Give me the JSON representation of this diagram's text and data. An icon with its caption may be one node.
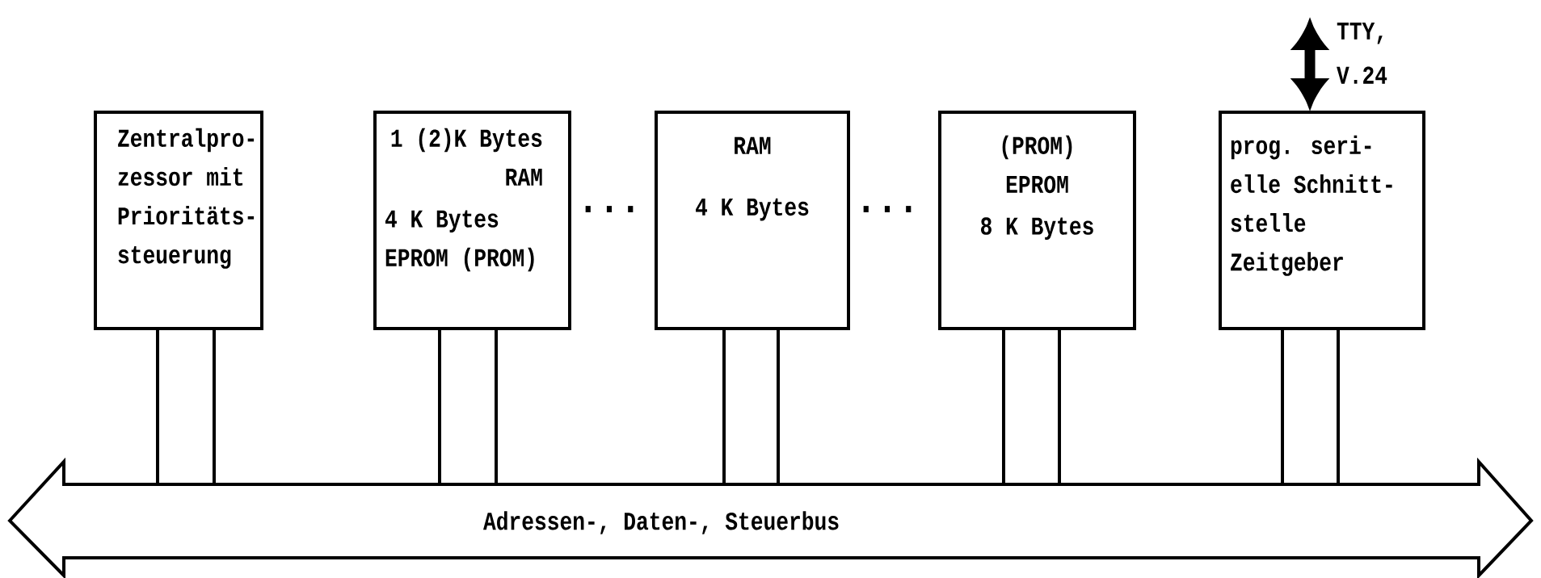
{
  "diagram": {
    "nodes": [
      {
        "text": [
          "Zentralpro- zessor mit Prioritäts- steuerung"
        ]
      },
      {
        "text": [
          "1 (2)K Bytes RAM",
          "4 K Bytes EPROM (PROM)"
        ]
      },
      {
        "text": [
          "RAM",
          "4 K Bytes"
        ]
      },
      {
        "text": [
          "(PROM) EPROM",
          "8 K Bytes"
        ]
      },
      {
        "text": [
          "prog. seri- elle Schnitt- stelle Zeitgeber"
        ]
      },
      {
        "text": [
          "Adressen-, Daten-, Steuerbus"
        ]
      }
    ],
    "edges": [
      {
        "from": 0,
        "to": 5,
        "arrow": "none"
      },
      {
        "from": 0,
        "to": 5,
        "arrow": "none"
      },
      {
        "from": 1,
        "to": 5,
        "arrow": "none"
      },
      {
        "from": 1,
        "to": 5,
        "arrow": "none"
      },
      {
        "from": 2,
        "to": 5,
        "arrow": "none"
      },
      {
        "from": 2,
        "to": 5,
        "arrow": "none"
      },
      {
        "from": 3,
        "to": 5,
        "arrow": "none"
      },
      {
        "from": 3,
        "to": 5,
        "arrow": "none"
      },
      {
        "from": 4,
        "to": 5,
        "arrow": "none"
      },
      {
        "from": 4,
        "to": 5,
        "arrow": "none"
      },
      {
        "from": null,
        "to": 4,
        "arrow": "both",
        "label": "TTY, V.24",
        "style": "thick"
      }
    ],
    "labels": [
      "...",
      "..."
    ]
  }
}
